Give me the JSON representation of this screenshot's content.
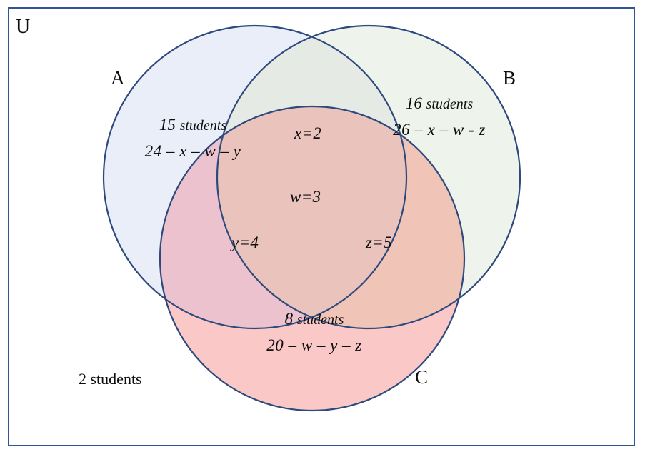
{
  "diagram": {
    "universe_label": "U",
    "outside_label": "2 students",
    "frame_color": "#2f5596",
    "circle_stroke_color": "#2e4a7d",
    "sets": [
      {
        "key": "A",
        "label": "A",
        "fill_color": "#eaeef8",
        "count": "15",
        "unit": "students",
        "expression": "24 – x – w – y"
      },
      {
        "key": "B",
        "label": "B",
        "fill_color": "#eef3ec",
        "count": "16",
        "unit": "students",
        "expression": "26 – x – w - z"
      },
      {
        "key": "C",
        "label": "C",
        "fill_color": "#fbc8c8",
        "count": "8",
        "unit": "students",
        "expression": "20 – w – y – z"
      }
    ],
    "intersections": [
      {
        "key": "AB",
        "label": "x=2",
        "variable": "x",
        "value": 2
      },
      {
        "key": "ABC",
        "label": "w=3",
        "variable": "w",
        "value": 3
      },
      {
        "key": "AC",
        "label": "y=4",
        "variable": "y",
        "value": 4
      },
      {
        "key": "BC",
        "label": "z=5",
        "variable": "z",
        "value": 5
      }
    ]
  },
  "chart_data": {
    "type": "venn",
    "title": "",
    "universe_label": "U",
    "sets": [
      "A",
      "B",
      "C"
    ],
    "set_labels": [
      "A",
      "B",
      "C"
    ],
    "regions": [
      {
        "region": "A only",
        "label_count": "15 students",
        "label_expression": "24 – x – w – y",
        "value": 15
      },
      {
        "region": "B only",
        "label_count": "16 students",
        "label_expression": "26 – x – w - z",
        "value": 16
      },
      {
        "region": "C only",
        "label_count": "8 students",
        "label_expression": "20 – w – y – z",
        "value": 8
      },
      {
        "region": "A ∩ B only",
        "label": "x=2",
        "value": 2
      },
      {
        "region": "A ∩ C only",
        "label": "y=4",
        "value": 4
      },
      {
        "region": "B ∩ C only",
        "label": "z=5",
        "value": 5
      },
      {
        "region": "A ∩ B ∩ C",
        "label": "w=3",
        "value": 3
      },
      {
        "region": "outside (U only)",
        "label": "2 students",
        "value": 2
      }
    ],
    "set_totals": {
      "A": 24,
      "B": 26,
      "C": 20
    },
    "colors": {
      "A": "#eaeef8",
      "B": "#eef3ec",
      "C": "#fbc8c8",
      "stroke": "#2e4a7d",
      "frame": "#2f5596"
    }
  }
}
